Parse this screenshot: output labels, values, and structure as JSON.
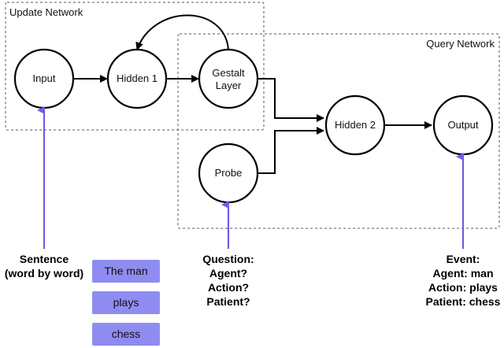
{
  "regions": {
    "update_network": "Update Network",
    "query_network": "Query Network"
  },
  "nodes": {
    "input": "Input",
    "hidden1": "Hidden 1",
    "gestalt_line1": "Gestalt",
    "gestalt_line2": "Layer",
    "probe": "Probe",
    "hidden2": "Hidden 2",
    "output": "Output"
  },
  "annotations": {
    "sentence": [
      "Sentence",
      "(word by word)"
    ],
    "question": [
      "Question:",
      "Agent?",
      "Action?",
      "Patient?"
    ],
    "event": [
      "Event:",
      "Agent: man",
      "Action: plays",
      "Patient: chess"
    ]
  },
  "words": [
    "The man",
    "plays",
    "chess"
  ],
  "colors": {
    "input_arrow": "#6a5fe8",
    "word_box": "#8f8cf1",
    "stroke": "#000000",
    "dashed_border": "#555555"
  }
}
